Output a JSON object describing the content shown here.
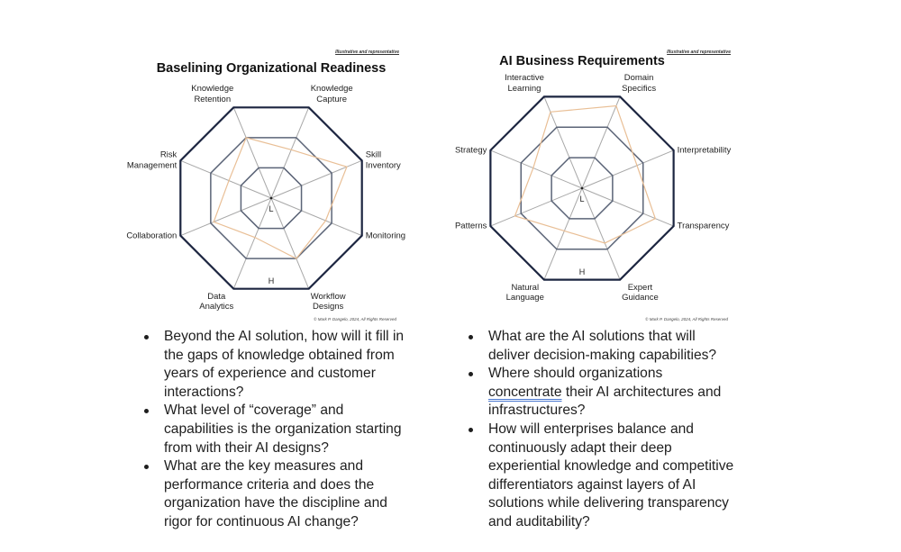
{
  "chart_data": [
    {
      "type": "radar",
      "title": "Baselining Organizational Readiness",
      "note": "Illustrative and representative",
      "copyright": "© Mark P. Dangelo, 2024, All Rights Reserved",
      "axes": [
        "Knowledge Retention",
        "Knowledge Capture",
        "Skill Inventory",
        "Monitoring",
        "Workflow Designs",
        "Data Analytics",
        "Collaboration",
        "Risk Management"
      ],
      "scale": {
        "min": 0,
        "max": 3,
        "rings": [
          1,
          2,
          3
        ],
        "low_label": "L",
        "high_label": "H"
      },
      "series": [
        {
          "values": [
            2.0,
            1.6,
            2.5,
            1.8,
            2.0,
            1.3,
            1.9,
            1.4
          ],
          "color": "#e9bf96"
        }
      ],
      "grid_color": "#5b6477",
      "outer_color": "#1c2540",
      "axis_color": "#a8a8a8"
    },
    {
      "type": "radar",
      "title": "AI Business Requirements",
      "note": "Illustrative and representative",
      "copyright": "© Mark P. Dangelo, 2024, All Rights Reserved",
      "axes": [
        "Interactive Learning",
        "Domain Specifics",
        "Interpretability",
        "Transparency",
        "Expert Guidance",
        "Natural Language",
        "Patterns",
        "Strategy"
      ],
      "scale": {
        "min": 0,
        "max": 3,
        "rings": [
          1,
          2,
          3
        ],
        "low_label": "L",
        "high_label": "H"
      },
      "series": [
        {
          "values": [
            2.5,
            2.7,
            1.8,
            2.4,
            1.8,
            1.4,
            2.2,
            1.6
          ],
          "color": "#e9bf96"
        }
      ],
      "grid_color": "#5b6477",
      "outer_color": "#1c2540",
      "axis_color": "#a8a8a8"
    }
  ],
  "left_bullets": [
    "Beyond the AI solution, how will it fill in the gaps of knowledge obtained from years of experience and customer interactions?",
    "What level of “coverage” and capabilities is the organization starting from with their AI designs?",
    "What are the key measures and performance criteria and does the organization have the discipline and rigor for continuous AI change?"
  ],
  "right_bullets": {
    "b1": "What are the AI solutions that will deliver decision-making capabilities?",
    "b2_pre": "Where should organizations ",
    "b2_flagged": "concentrate",
    "b2_post": " their AI architectures and infrastructures?",
    "b3": "How will enterprises balance and continuously adapt their deep experiential knowledge and competitive differentiators against layers of AI solutions while delivering transparency and auditability?"
  }
}
